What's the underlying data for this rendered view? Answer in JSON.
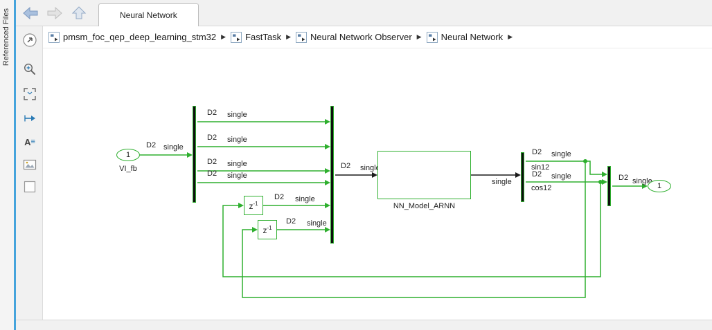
{
  "sidebar": {
    "referenced_files_label": "Referenced Files"
  },
  "tabbar": {
    "active_tab": "Neural Network"
  },
  "breadcrumb": {
    "items": [
      "pmsm_foc_qep_deep_learning_stm32",
      "FastTask",
      "Neural Network Observer",
      "Neural Network"
    ],
    "separator": "▶"
  },
  "diagram": {
    "inport": {
      "number": "1",
      "name": "VI_fb"
    },
    "outport": {
      "number": "1"
    },
    "nn_block_name": "NN_Model_ARNN",
    "delay_base": "z",
    "delay_exp": "-1",
    "types": {
      "d2": "D2",
      "single": "single"
    },
    "signals": {
      "sin12": "sin12",
      "cos12": "cos12"
    }
  },
  "colors": {
    "simulink_green": "#2eaf2e",
    "panel_blue": "#46a4dc",
    "wire_black": "#1a1a1a"
  }
}
